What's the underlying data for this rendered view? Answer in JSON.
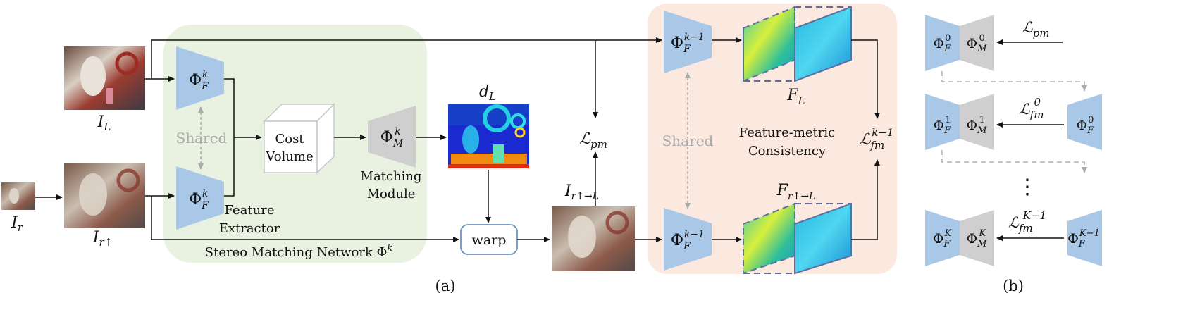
{
  "panel_a": {
    "caption": "(a)",
    "images": {
      "left": "I_L",
      "right": "I_r",
      "right_up": "I_r↑",
      "warped": "I_r↑→L",
      "disparity": "d_L"
    },
    "stereo_net": {
      "label": "Stereo Matching Network Φ^k",
      "feature_extractor": "Φ_F^k",
      "shared": "Shared",
      "feature_extractor_label": [
        "Feature",
        "Extractor"
      ],
      "cost_volume": [
        "Cost",
        "Volume"
      ],
      "matching": "Φ_M^k",
      "matching_label": [
        "Matching",
        "Module"
      ]
    },
    "warp": "warp",
    "loss_pm": "ℒ_pm",
    "feature_metric": {
      "extractor": "Φ_F^{k−1}",
      "shared": "Shared",
      "label": [
        "Feature-metric",
        "Consistency"
      ],
      "F_L": "F_L",
      "F_r": "F_r↑→L",
      "loss": "ℒ_fm^{k−1}"
    }
  },
  "panel_b": {
    "caption": "(b)",
    "rows": [
      {
        "F": "Φ_F^0",
        "M": "Φ_M^0",
        "loss": "ℒ_pm",
        "teacher": ""
      },
      {
        "F": "Φ_F^1",
        "M": "Φ_M^1",
        "loss": "ℒ_fm^0",
        "teacher": "Φ_F^0"
      },
      {
        "F": "Φ_F^K",
        "M": "Φ_M^K",
        "loss": "ℒ_fm^{K−1}",
        "teacher": "Φ_F^{K−1}"
      }
    ],
    "ellipsis": "⋮"
  },
  "colors": {
    "encoder_blue": "#a9c8e8",
    "matching_grey": "#cfcfcf",
    "green_region": "#e9f1e0",
    "orange_region": "#fbe9e0",
    "dashed_grey": "#b4b4b4",
    "feature_border": "#5c6fa0"
  }
}
